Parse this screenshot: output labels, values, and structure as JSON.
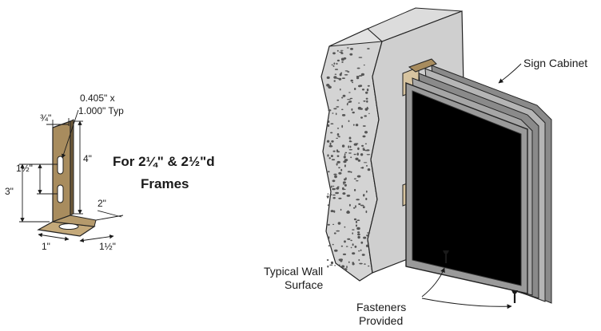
{
  "bracket": {
    "slot_callout": [
      "0.405\" x",
      "1.000\" Typ"
    ],
    "dim_top": "¾\"",
    "dim_height": "4\"",
    "dim_slot_spacing": "1½\"",
    "dim_slot_height": "3\"",
    "dim_depth": "2\"",
    "dim_base_slot": "1\"",
    "dim_base_width": "1½\"",
    "frames_note": [
      "For 2¼\" & 2½\"d",
      "Frames"
    ]
  },
  "install": {
    "sign_cabinet_label": "Sign Cabinet",
    "wall_label": [
      "Typical Wall",
      "Surface"
    ],
    "fasteners_label": [
      "Fasteners",
      "Provided"
    ]
  },
  "colors": {
    "bracket_fill": "#a88c5e",
    "bracket_light": "#d7c4a0",
    "wall_fill": "#d4d4d4",
    "wall_side": "#c4c4c4",
    "panel_fill": "#000000",
    "frame_gray": "#9a9a9a"
  }
}
